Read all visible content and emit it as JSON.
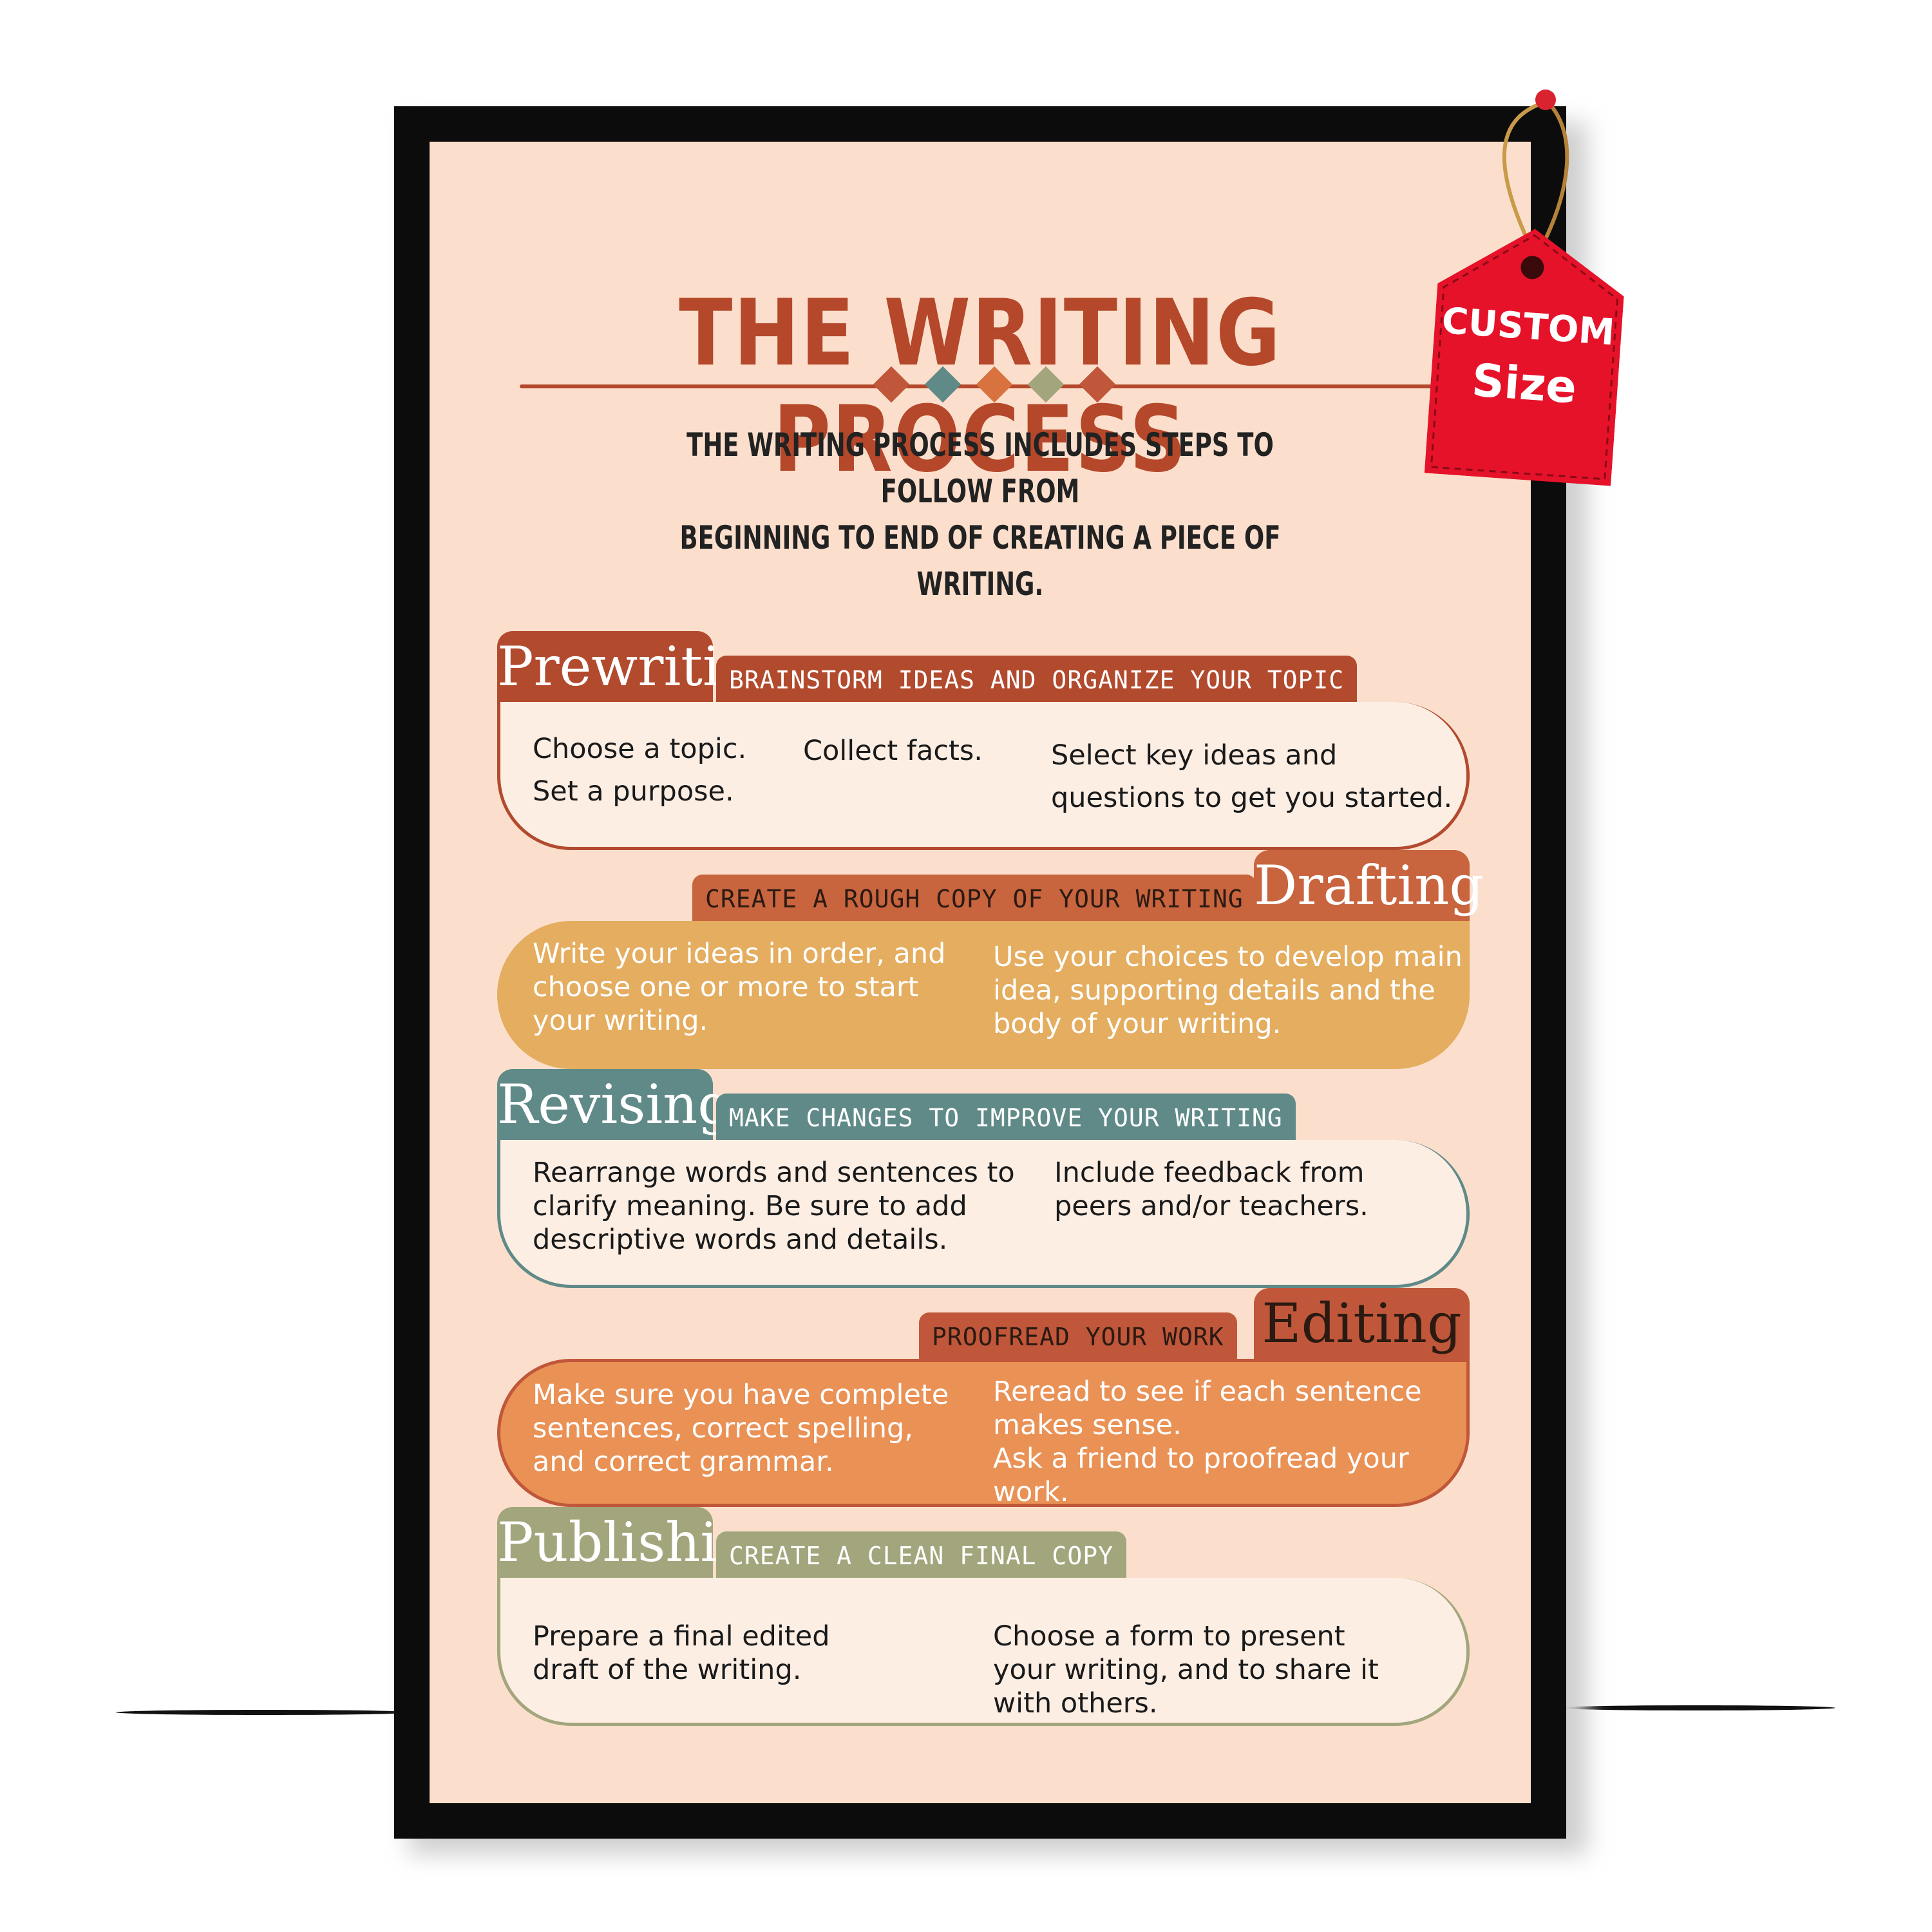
{
  "poster": {
    "title": "THE WRITING PROCESS",
    "subtitle": "THE WRITING PROCESS INCLUDES STEPS TO FOLLOW FROM\nBEGINNING TO END OF CREATING A PIECE OF WRITING.",
    "divider_colors": [
      "#c0573a",
      "#5f8a88",
      "#d8733f",
      "#a3a67c",
      "#c0573a"
    ]
  },
  "tag": {
    "line1": "CUSTOM",
    "line2": "Size",
    "color": "#e5122a"
  },
  "sections": [
    {
      "name": "Prewriting",
      "tagline": "BRAINSTORM IDEAS AND ORGANIZE YOUR TOPIC",
      "color": "#b24a2e",
      "col1": "Choose a topic.\nSet a purpose.",
      "col2": "Collect facts.",
      "col3": "Select key ideas and\nquestions to get you started."
    },
    {
      "name": "Drafting",
      "tagline": "CREATE A ROUGH COPY OF YOUR WRITING",
      "color": "#c8643e",
      "fill": "#e4ad5f",
      "col1": "Write your ideas in order, and\nchoose one or more to start\nyour writing.",
      "col2": "Use your choices to develop main\nidea, supporting details and the\nbody of your writing."
    },
    {
      "name": "Revising",
      "tagline": "MAKE CHANGES TO IMPROVE YOUR WRITING",
      "color": "#5f8a88",
      "col1": "Rearrange words and sentences to\nclarify meaning. Be sure to add\ndescriptive words and details.",
      "col2": "Include feedback from\npeers and/or teachers."
    },
    {
      "name": "Editing",
      "tagline": "PROOFREAD YOUR WORK",
      "color": "#c0573a",
      "fill": "#ea9155",
      "col1": "Make sure you have complete\nsentences, correct spelling,\n and correct grammar.",
      "col2": "Reread to see if each sentence\nmakes sense.\nAsk a friend to proofread your work."
    },
    {
      "name": "Publishing",
      "tagline": "CREATE A CLEAN FINAL COPY",
      "color": "#a3a67c",
      "col1": "Prepare a final edited\ndraft of the writing.",
      "col2": "Choose a form to present\nyour writing, and to share it\nwith others."
    }
  ]
}
